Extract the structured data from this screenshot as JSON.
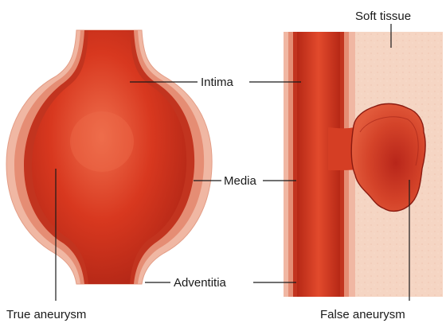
{
  "labels": {
    "soft_tissue": "Soft tissue",
    "intima": "Intima",
    "media": "Media",
    "adventitia": "Adventitia",
    "true_aneurysm": "True aneurysm",
    "false_aneurysm": "False aneurysm"
  },
  "colors": {
    "adventitia": "#f0b4a0",
    "media": "#e08a72",
    "intima": "#c23a26",
    "lumen": "#d8351f",
    "lumen_highlight": "#ee6a4a",
    "soft_tissue": "#f5d5c3",
    "false_sac": "#d94a30",
    "false_sac_outline": "#8a1a10"
  }
}
